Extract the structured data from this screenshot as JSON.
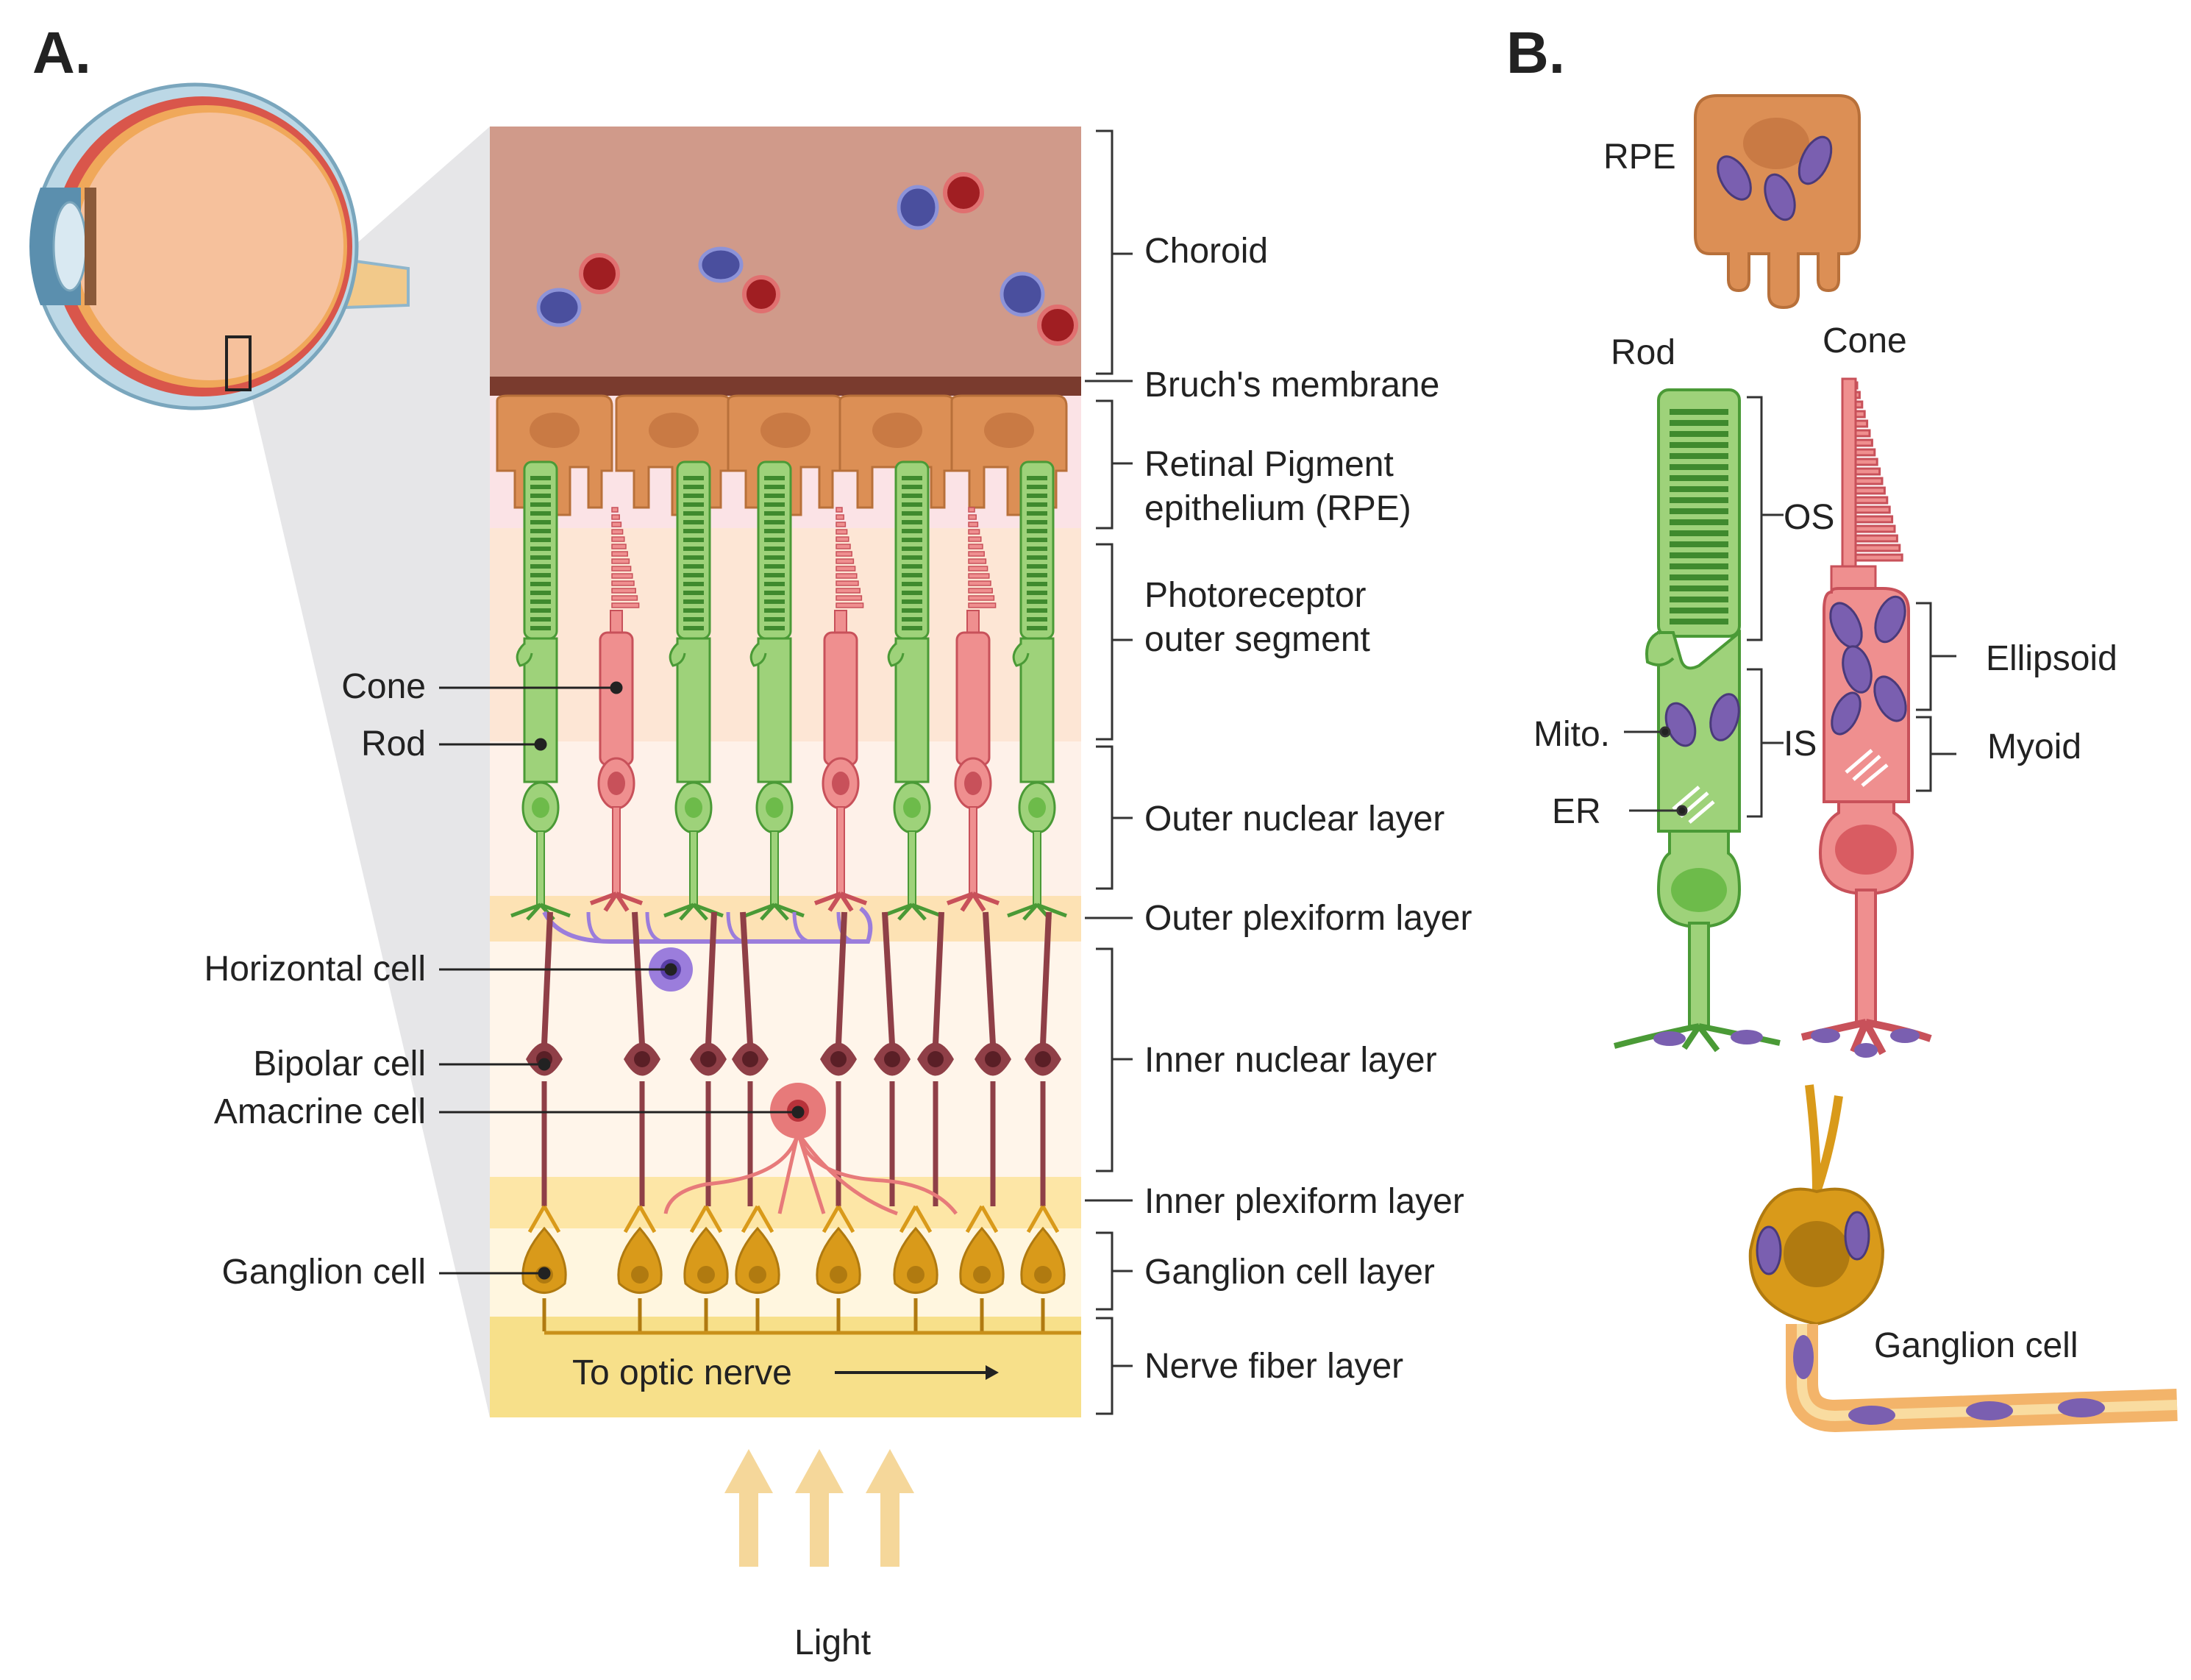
{
  "panels": {
    "a": "A.",
    "b": "B."
  },
  "layers": [
    {
      "id": "choroid",
      "label": "Choroid"
    },
    {
      "id": "bruch",
      "label": "Bruch's membrane"
    },
    {
      "id": "rpe",
      "label": "Retinal Pigment\nepithelium (RPE)"
    },
    {
      "id": "pos",
      "label": "Photoreceptor\nouter segment"
    },
    {
      "id": "onl",
      "label": "Outer nuclear layer"
    },
    {
      "id": "opl",
      "label": "Outer plexiform layer"
    },
    {
      "id": "inl",
      "label": "Inner nuclear layer"
    },
    {
      "id": "ipl",
      "label": "Inner plexiform layer"
    },
    {
      "id": "gcl",
      "label": "Ganglion cell layer"
    },
    {
      "id": "nfl",
      "label": "Nerve fiber layer"
    }
  ],
  "cells_a": {
    "cone": "Cone",
    "rod": "Rod",
    "horizontal": "Horizontal cell",
    "bipolar": "Bipolar cell",
    "amacrine": "Amacrine cell",
    "ganglion": "Ganglion cell"
  },
  "optic_nerve": "To optic nerve",
  "light": "Light",
  "panel_b": {
    "rpe": "RPE",
    "rod": "Rod",
    "cone": "Cone",
    "os": "OS",
    "is": "IS",
    "mito": "Mito.",
    "er": "ER",
    "ellipsoid": "Ellipsoid",
    "myoid": "Myoid",
    "ganglion": "Ganglion cell"
  },
  "colors": {
    "choroid": "#d09a8a",
    "bruch": "#7a3b2e",
    "rpe": "#dc8f55",
    "rod": "#9ed27a",
    "rod_dark": "#4a9a36",
    "cone": "#ef8f8f",
    "cone_dark": "#c8515a",
    "bipolar": "#8f3f47",
    "horizontal": "#9b7ddc",
    "amacrine": "#e77a7a",
    "ganglion": "#d99a1a",
    "nerve": "#f7e08a",
    "light": "#f5d79a"
  }
}
